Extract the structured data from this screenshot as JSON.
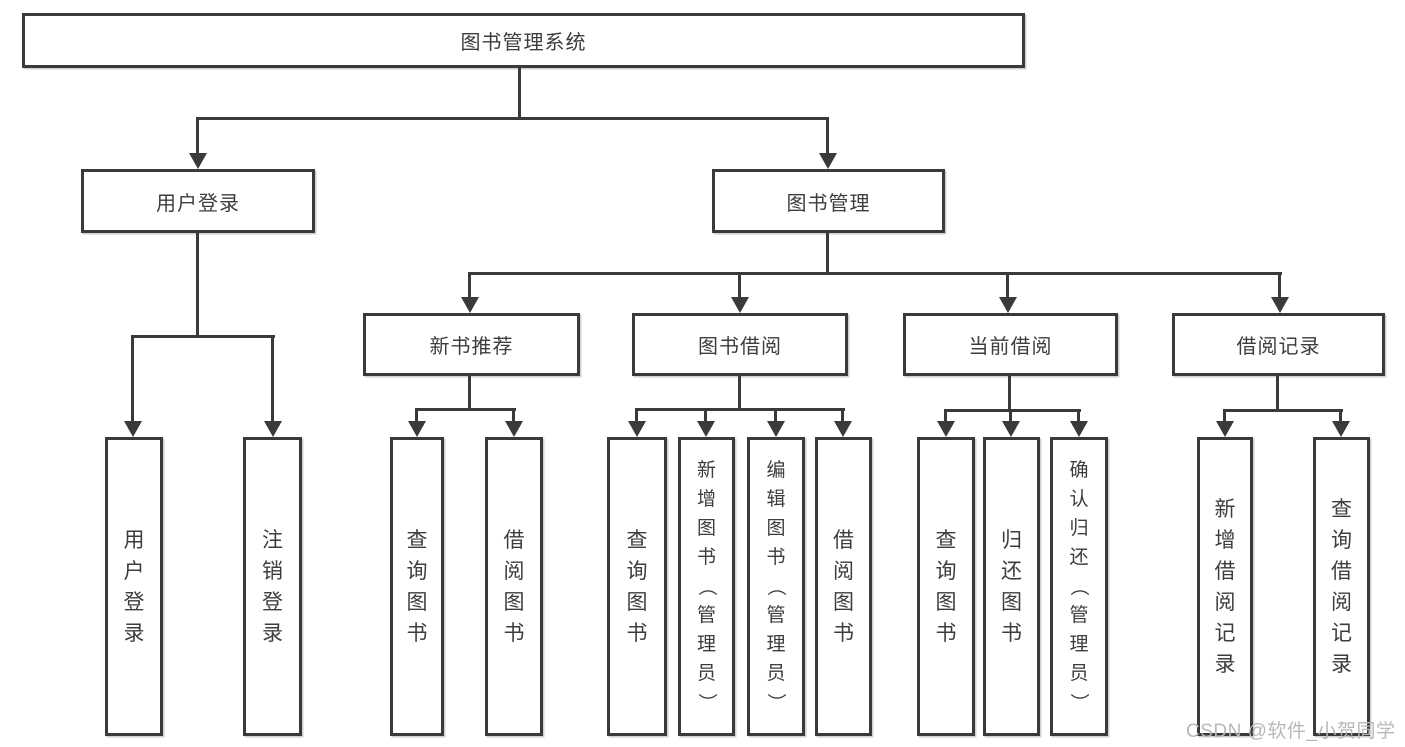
{
  "tree": {
    "root": "图书管理系统",
    "level1": [
      {
        "label": "用户登录",
        "leaves": [
          "用户登录",
          "注销登录"
        ]
      },
      {
        "label": "图书管理",
        "sections": [
          {
            "label": "新书推荐",
            "leaves": [
              "查询图书",
              "借阅图书"
            ]
          },
          {
            "label": "图书借阅",
            "leaves": [
              "查询图书",
              "新增图书（管理员）",
              "编辑图书（管理员）",
              "借阅图书"
            ]
          },
          {
            "label": "当前借阅",
            "leaves": [
              "查询图书",
              "归还图书",
              "确认归还（管理员）"
            ]
          },
          {
            "label": "借阅记录",
            "leaves": [
              "新增借阅记录",
              "查询借阅记录"
            ]
          }
        ]
      }
    ]
  },
  "watermark": "CSDN @软件_小贺同学",
  "colors": {
    "line": "#3a3a3a",
    "text": "#3d3d3d",
    "watermark": "#b8b8b8",
    "background": "#ffffff"
  }
}
